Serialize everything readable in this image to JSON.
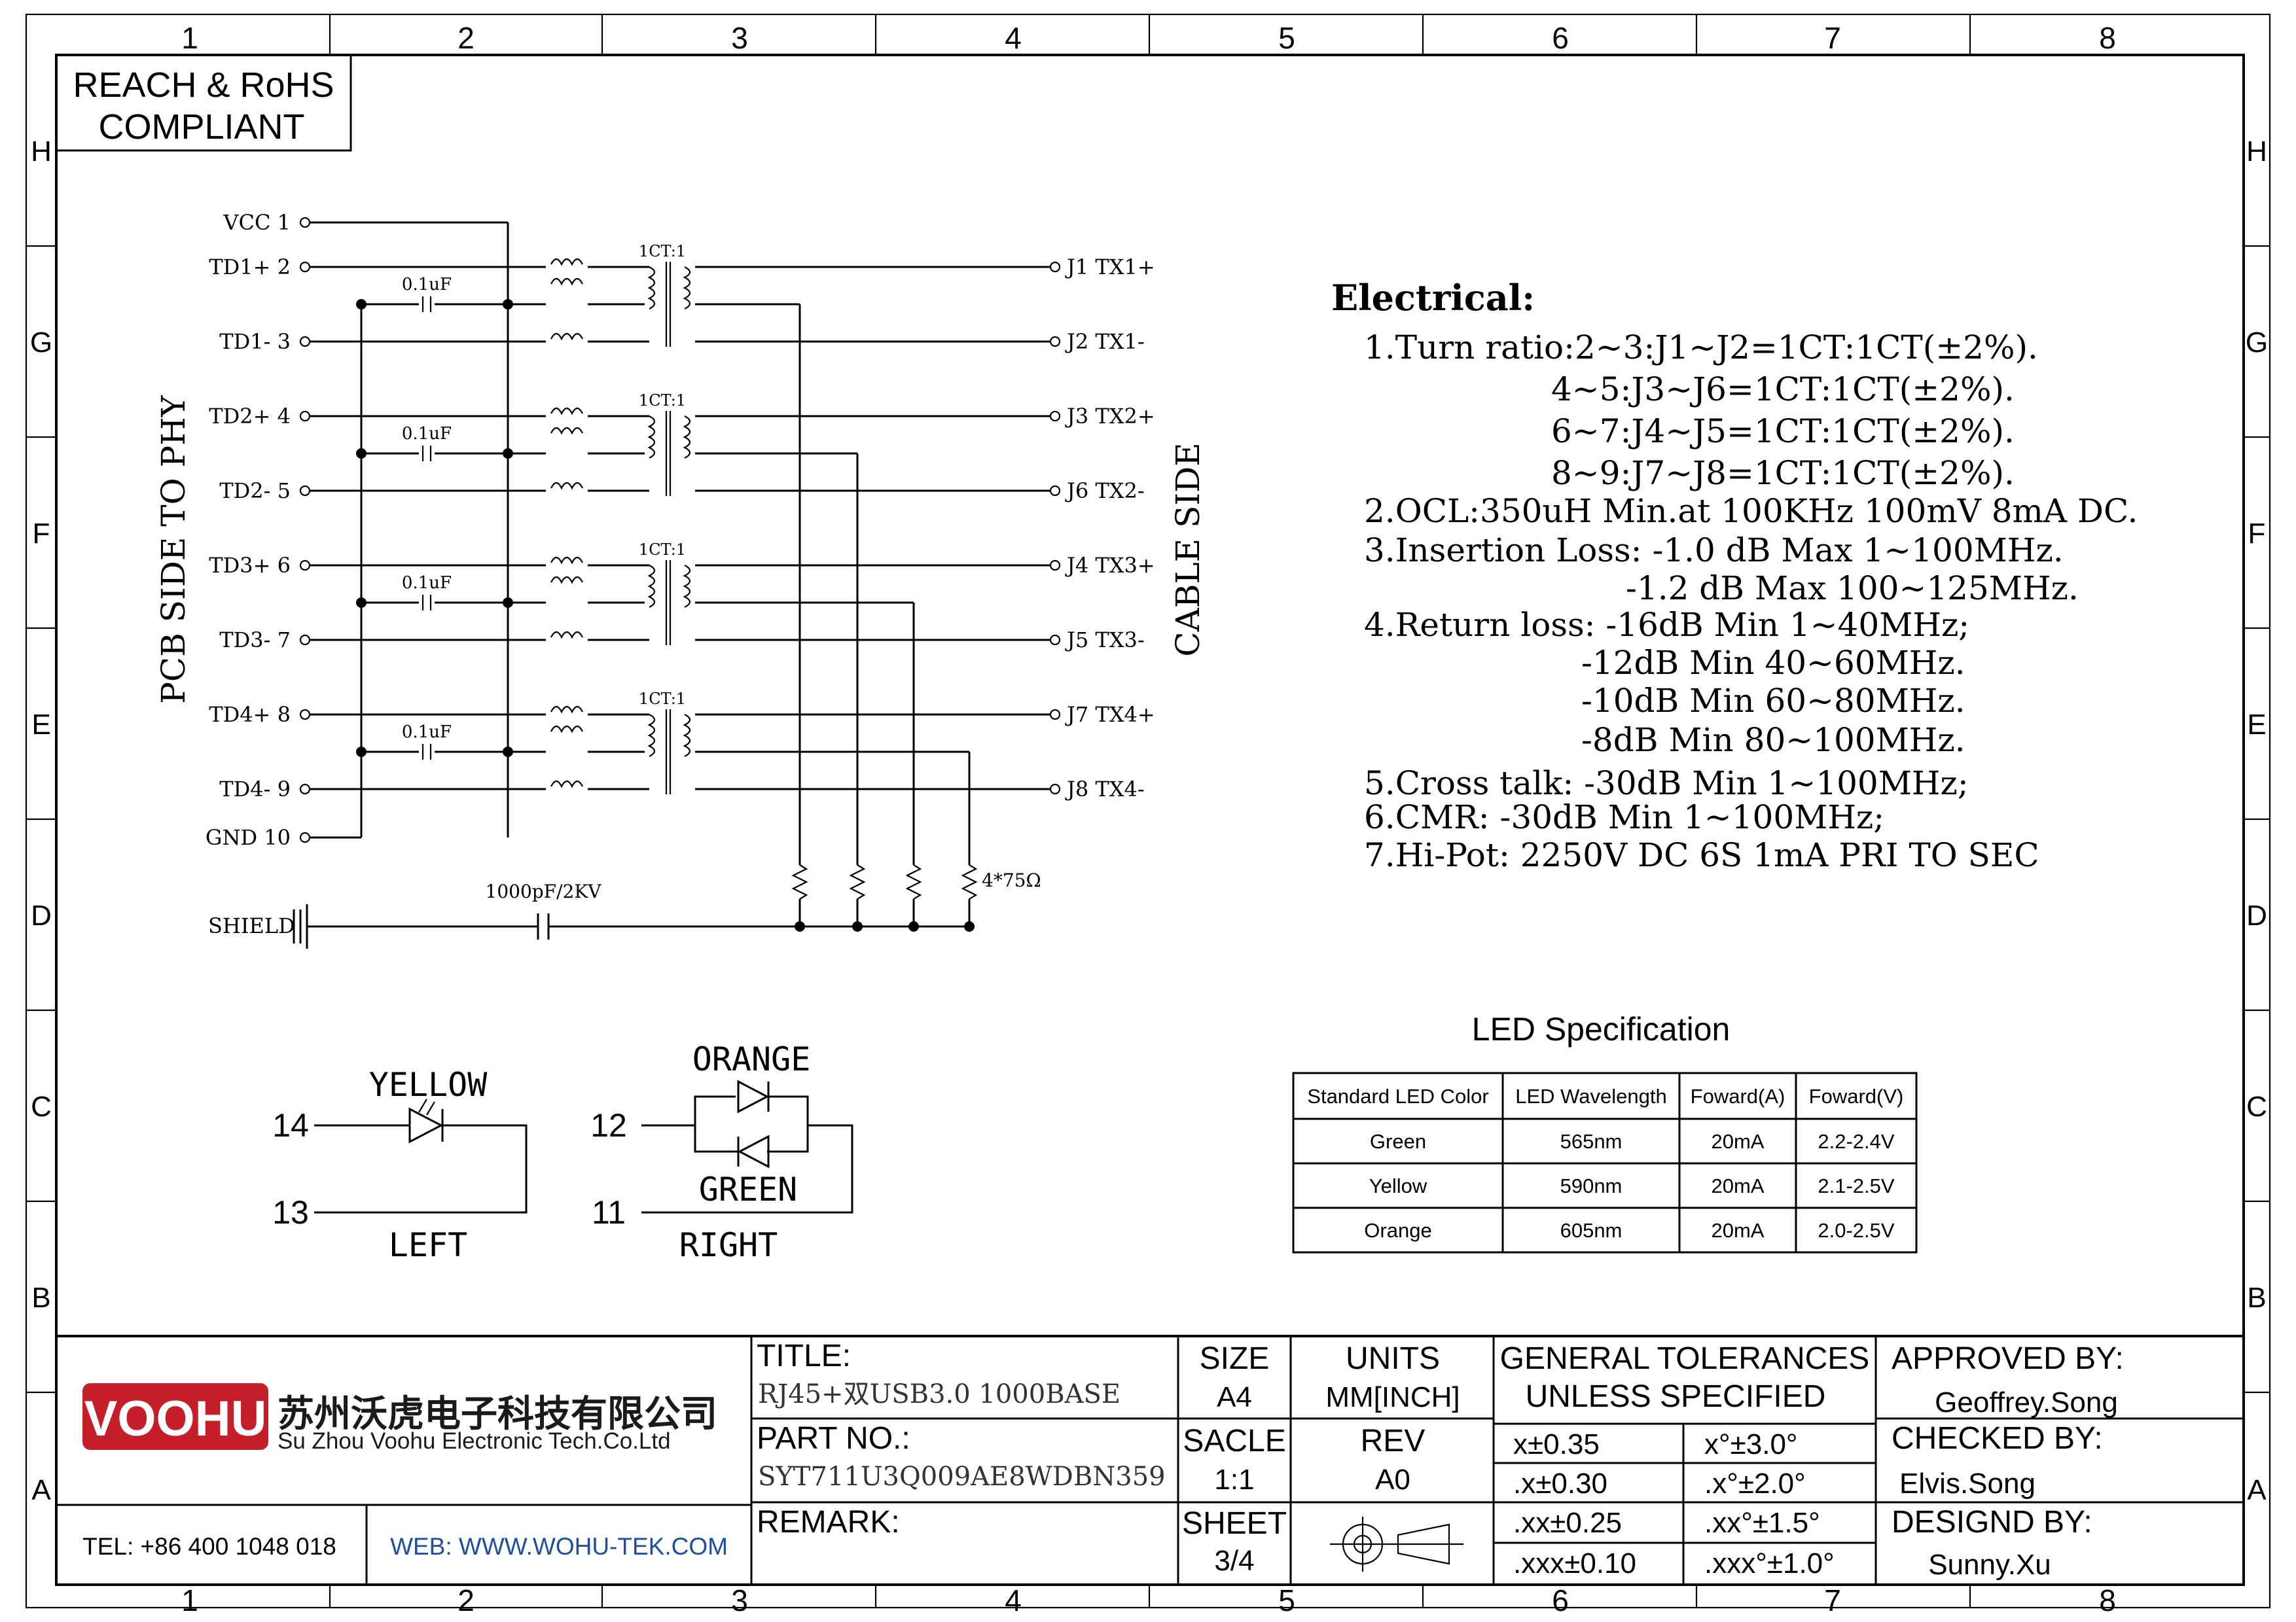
{
  "zones": {
    "columns": [
      "1",
      "2",
      "3",
      "4",
      "5",
      "6",
      "7",
      "8"
    ],
    "rows": [
      "H",
      "G",
      "F",
      "E",
      "D",
      "C",
      "B",
      "A"
    ]
  },
  "compliance": {
    "line1": "REACH & RoHS",
    "line2": "COMPLIANT"
  },
  "schematic": {
    "side_left": "PCB SIDE TO PHY",
    "side_right": "CABLE SIDE",
    "pins_left": [
      "VCC  1",
      "TD1+ 2",
      "TD1- 3",
      "TD2+ 4",
      "TD2- 5",
      "TD3+ 6",
      "TD3- 7",
      "TD4+ 8",
      "TD4- 9",
      "GND 10"
    ],
    "pins_right": [
      "J1  TX1+",
      "J2  TX1-",
      "J3  TX2+",
      "J6  TX2-",
      "J4  TX3+",
      "J5  TX3-",
      "J7  TX4+",
      "J8  TX4-"
    ],
    "cap_label": "0.1uF",
    "ct_label": "1CT:1",
    "shield_label": "SHIELD",
    "shield_cap": "1000pF/2KV",
    "resistor_label": "4*75Ω"
  },
  "electrical": {
    "heading": "Electrical:",
    "lines": [
      "1.Turn ratio:2~3:J1~J2=1CT:1CT(±2%).",
      "4~5:J3~J6=1CT:1CT(±2%).",
      "6~7:J4~J5=1CT:1CT(±2%).",
      "8~9:J7~J8=1CT:1CT(±2%).",
      "2.OCL:350uH Min.at 100KHz 100mV 8mA DC.",
      "3.Insertion Loss: -1.0 dB Max 1~100MHz.",
      "-1.2 dB Max 100~125MHz.",
      "4.Return loss: -16dB Min 1~40MHz;",
      "-12dB Min 40~60MHz.",
      "-10dB Min 60~80MHz.",
      "-8dB Min 80~100MHz.",
      "5.Cross talk: -30dB Min 1~100MHz;",
      "6.CMR: -30dB Min 1~100MHz;",
      "7.Hi-Pot: 2250V DC 6S 1mA PRI TO SEC"
    ]
  },
  "led_spec": {
    "title": "LED Specification",
    "headers": [
      "Standard LED Color",
      "LED Wavelength",
      "Foward(A)",
      "Foward(V)"
    ],
    "rows": [
      [
        "Green",
        "565nm",
        "20mA",
        "2.2-2.4V"
      ],
      [
        "Yellow",
        "590nm",
        "20mA",
        "2.1-2.5V"
      ],
      [
        "Orange",
        "605nm",
        "20mA",
        "2.0-2.5V"
      ]
    ]
  },
  "leds": {
    "left": {
      "color": "YELLOW",
      "pin_a": "14",
      "pin_b": "13",
      "side": "LEFT"
    },
    "right": {
      "color_top": "ORANGE",
      "color_bottom": "GREEN",
      "pin_a": "12",
      "pin_b": "11",
      "side": "RIGHT"
    }
  },
  "title_block": {
    "company_logo": "VOOHU",
    "company_cn": "苏州沃虎电子科技有限公司",
    "company_en": "Su Zhou Voohu Electronic Tech.Co.Ltd",
    "tel": "TEL: +86 400 1048 018",
    "web": "WEB: WWW.WOHU-TEK.COM",
    "title_label": "TITLE:",
    "title_value": "RJ45+双USB3.0 1000BASE",
    "part_label": "PART NO.:",
    "part_value": "SYT711U3Q009AE8WDBN359",
    "remark_label": "REMARK:",
    "size_label": "SIZE",
    "size_value": "A4",
    "units_label": "UNITS",
    "units_value": "MM[INCH]",
    "scale_label": "SACLE",
    "scale_value": "1:1",
    "rev_label": "REV",
    "rev_value": "A0",
    "sheet_label": "SHEET",
    "sheet_value": "3/4",
    "tol_title1": "GENERAL TOLERANCES",
    "tol_title2": "UNLESS SPECIFIED",
    "tolerances": [
      [
        "x±0.35",
        "x°±3.0°"
      ],
      [
        ".x±0.30",
        ".x°±2.0°"
      ],
      [
        ".xx±0.25",
        ".xx°±1.5°"
      ],
      [
        ".xxx±0.10",
        ".xxx°±1.0°"
      ]
    ],
    "approved_label": "APPROVED BY:",
    "approved_value": "Geoffrey.Song",
    "checked_label": "CHECKED BY:",
    "checked_value": "Elvis.Song",
    "designed_label": "DESIGND BY:",
    "designed_value": "Sunny.Xu"
  }
}
